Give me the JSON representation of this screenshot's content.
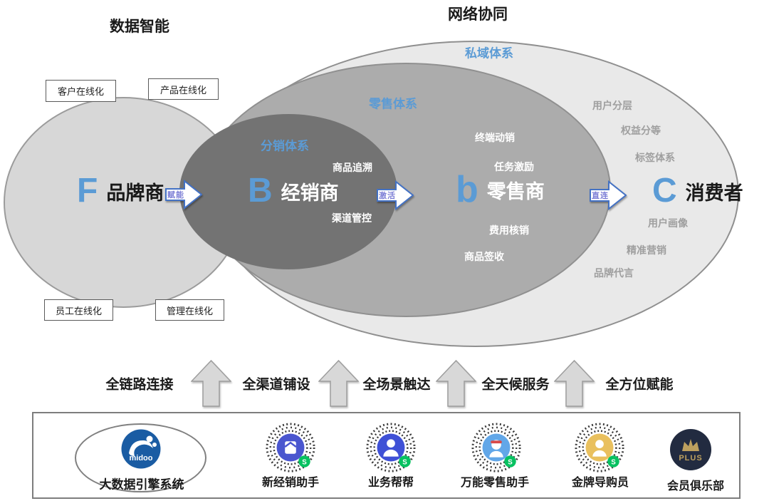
{
  "titles": {
    "data_intelligence": "数据智能",
    "network_synergy": "网络协同"
  },
  "systems": {
    "private_domain": "私域体系",
    "retail": "零售体系",
    "distribution": "分销体系"
  },
  "entities": [
    {
      "letter": "F",
      "name": "品牌商"
    },
    {
      "letter": "B",
      "name": "经销商"
    },
    {
      "letter": "b",
      "name": "零售商"
    },
    {
      "letter": "C",
      "name": "消费者"
    }
  ],
  "flow_arrows": [
    "赋能",
    "激活",
    "直连"
  ],
  "online_boxes": [
    "客户在线化",
    "产品在线化",
    "员工在线化",
    "管理在线化"
  ],
  "distributor_features": [
    "商品追溯",
    "渠道管控"
  ],
  "retailer_features": [
    "终端动销",
    "任务激励",
    "费用核销",
    "商品签收"
  ],
  "consumer_features": [
    "用户分层",
    "权益分等",
    "标签体系",
    "用户画像",
    "精准营销",
    "品牌代言"
  ],
  "capabilities": [
    "全链路连接",
    "全渠道铺设",
    "全场景触达",
    "全天候服务",
    "全方位赋能"
  ],
  "apps": [
    {
      "label": "大数据引擎系统",
      "logo_text": "midoo"
    },
    {
      "label": "新经销助手"
    },
    {
      "label": "业务帮帮"
    },
    {
      "label": "万能零售助手"
    },
    {
      "label": "金牌导购员"
    },
    {
      "label": "会员俱乐部",
      "badge_text": "PLUS"
    }
  ],
  "colors": {
    "accent_blue": "#5b9bd5",
    "flow_arrow_border": "#4472c4",
    "midoo_blue": "#1a5ca3",
    "mini_program_green": "#07c160",
    "qr_center_1": "#4a56cf",
    "qr_center_2": "#3f51d6",
    "qr_center_3": "#62a7e8",
    "qr_center_4": "#e9c05e",
    "club_navy": "#222b40",
    "club_gold": "#bda05e"
  }
}
